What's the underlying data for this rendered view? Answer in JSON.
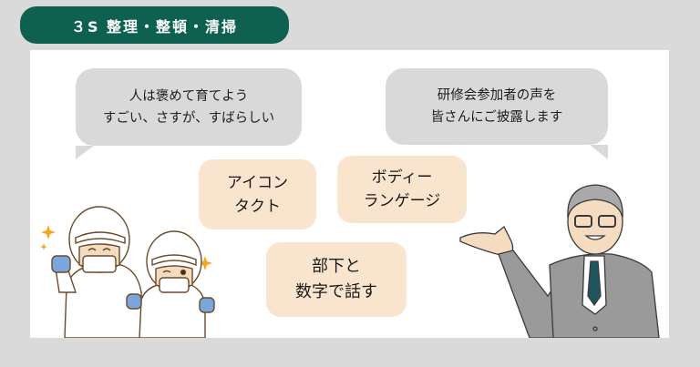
{
  "header": {
    "title": "３S 整理・整頓・清掃",
    "title_bg_color": "#0e6150"
  },
  "speech_bubbles": [
    {
      "lines": [
        "人は褒めて育てよう",
        "すごい、さすが、すばらしい"
      ]
    },
    {
      "lines": [
        "研修会参加者の声を",
        "皆さんにご披露します"
      ]
    }
  ],
  "keyword_cards": [
    {
      "lines": [
        "アイコン",
        "タクト"
      ]
    },
    {
      "lines": [
        "ボディー",
        "ランゲージ"
      ]
    },
    {
      "lines": [
        "部下と",
        "数字で話す"
      ]
    }
  ],
  "illustrations": {
    "left": "two-factory-workers-cheering-icon",
    "right": "senior-businessman-presenting-icon"
  },
  "colors": {
    "page_bg": "#dadada",
    "panel_bg": "#ffffff",
    "bubble_bg": "#d9d9d9",
    "card_bg": "#f9e5cd",
    "tie": "#1f5560",
    "suit": "#9a9a9a",
    "glove": "#7aa6dc",
    "sparkle": "#f5a623"
  }
}
